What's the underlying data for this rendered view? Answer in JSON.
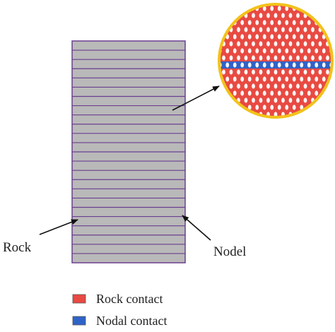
{
  "diagram": {
    "specimen_layer_count": 24,
    "colors": {
      "specimen_fill": "#b9b9b9",
      "layer_lines": "#6b3f8f",
      "rock_particle": "#e84a42",
      "nodal_particle": "#2f63c8",
      "particle_outline": "#ffffff",
      "zoom_border": "#f2c21a",
      "arrow": "#111111"
    },
    "labels": {
      "rock": "Rock",
      "nodel": "Nodel"
    },
    "legend": [
      {
        "label": "Rock contact",
        "color": "#e84a42"
      },
      {
        "label": "Nodal contact",
        "color": "#2f63c8"
      }
    ]
  }
}
